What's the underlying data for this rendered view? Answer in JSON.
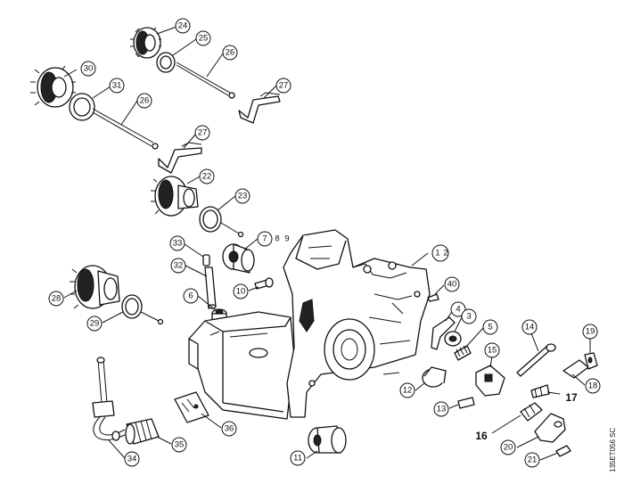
{
  "callouts": [
    {
      "label": "24"
    },
    {
      "label": "25"
    },
    {
      "label": "26"
    },
    {
      "label": "27"
    },
    {
      "label": "30"
    },
    {
      "label": "31"
    },
    {
      "label": "26"
    },
    {
      "label": "27"
    },
    {
      "label": "22"
    },
    {
      "label": "23"
    },
    {
      "label": "33"
    },
    {
      "label": "7"
    },
    {
      "label": "32"
    },
    {
      "label": "10"
    },
    {
      "label": "6"
    },
    {
      "label": "28"
    },
    {
      "label": "29"
    },
    {
      "label": "40"
    },
    {
      "label": "4"
    },
    {
      "label": "3"
    },
    {
      "label": "5"
    },
    {
      "label": "14"
    },
    {
      "label": "19"
    },
    {
      "label": "15"
    },
    {
      "label": "12"
    },
    {
      "label": "18"
    },
    {
      "label": "13"
    },
    {
      "label": "36"
    },
    {
      "label": "35"
    },
    {
      "label": "34"
    },
    {
      "label": "11"
    },
    {
      "label": "20"
    },
    {
      "label": "21"
    }
  ],
  "plain_labels": {
    "l8": "8",
    "l9": "9",
    "l1": "1",
    "l2": "2"
  },
  "bold_labels": {
    "l17": "17",
    "l16": "16"
  },
  "drawing_code": "135ET056 SC"
}
